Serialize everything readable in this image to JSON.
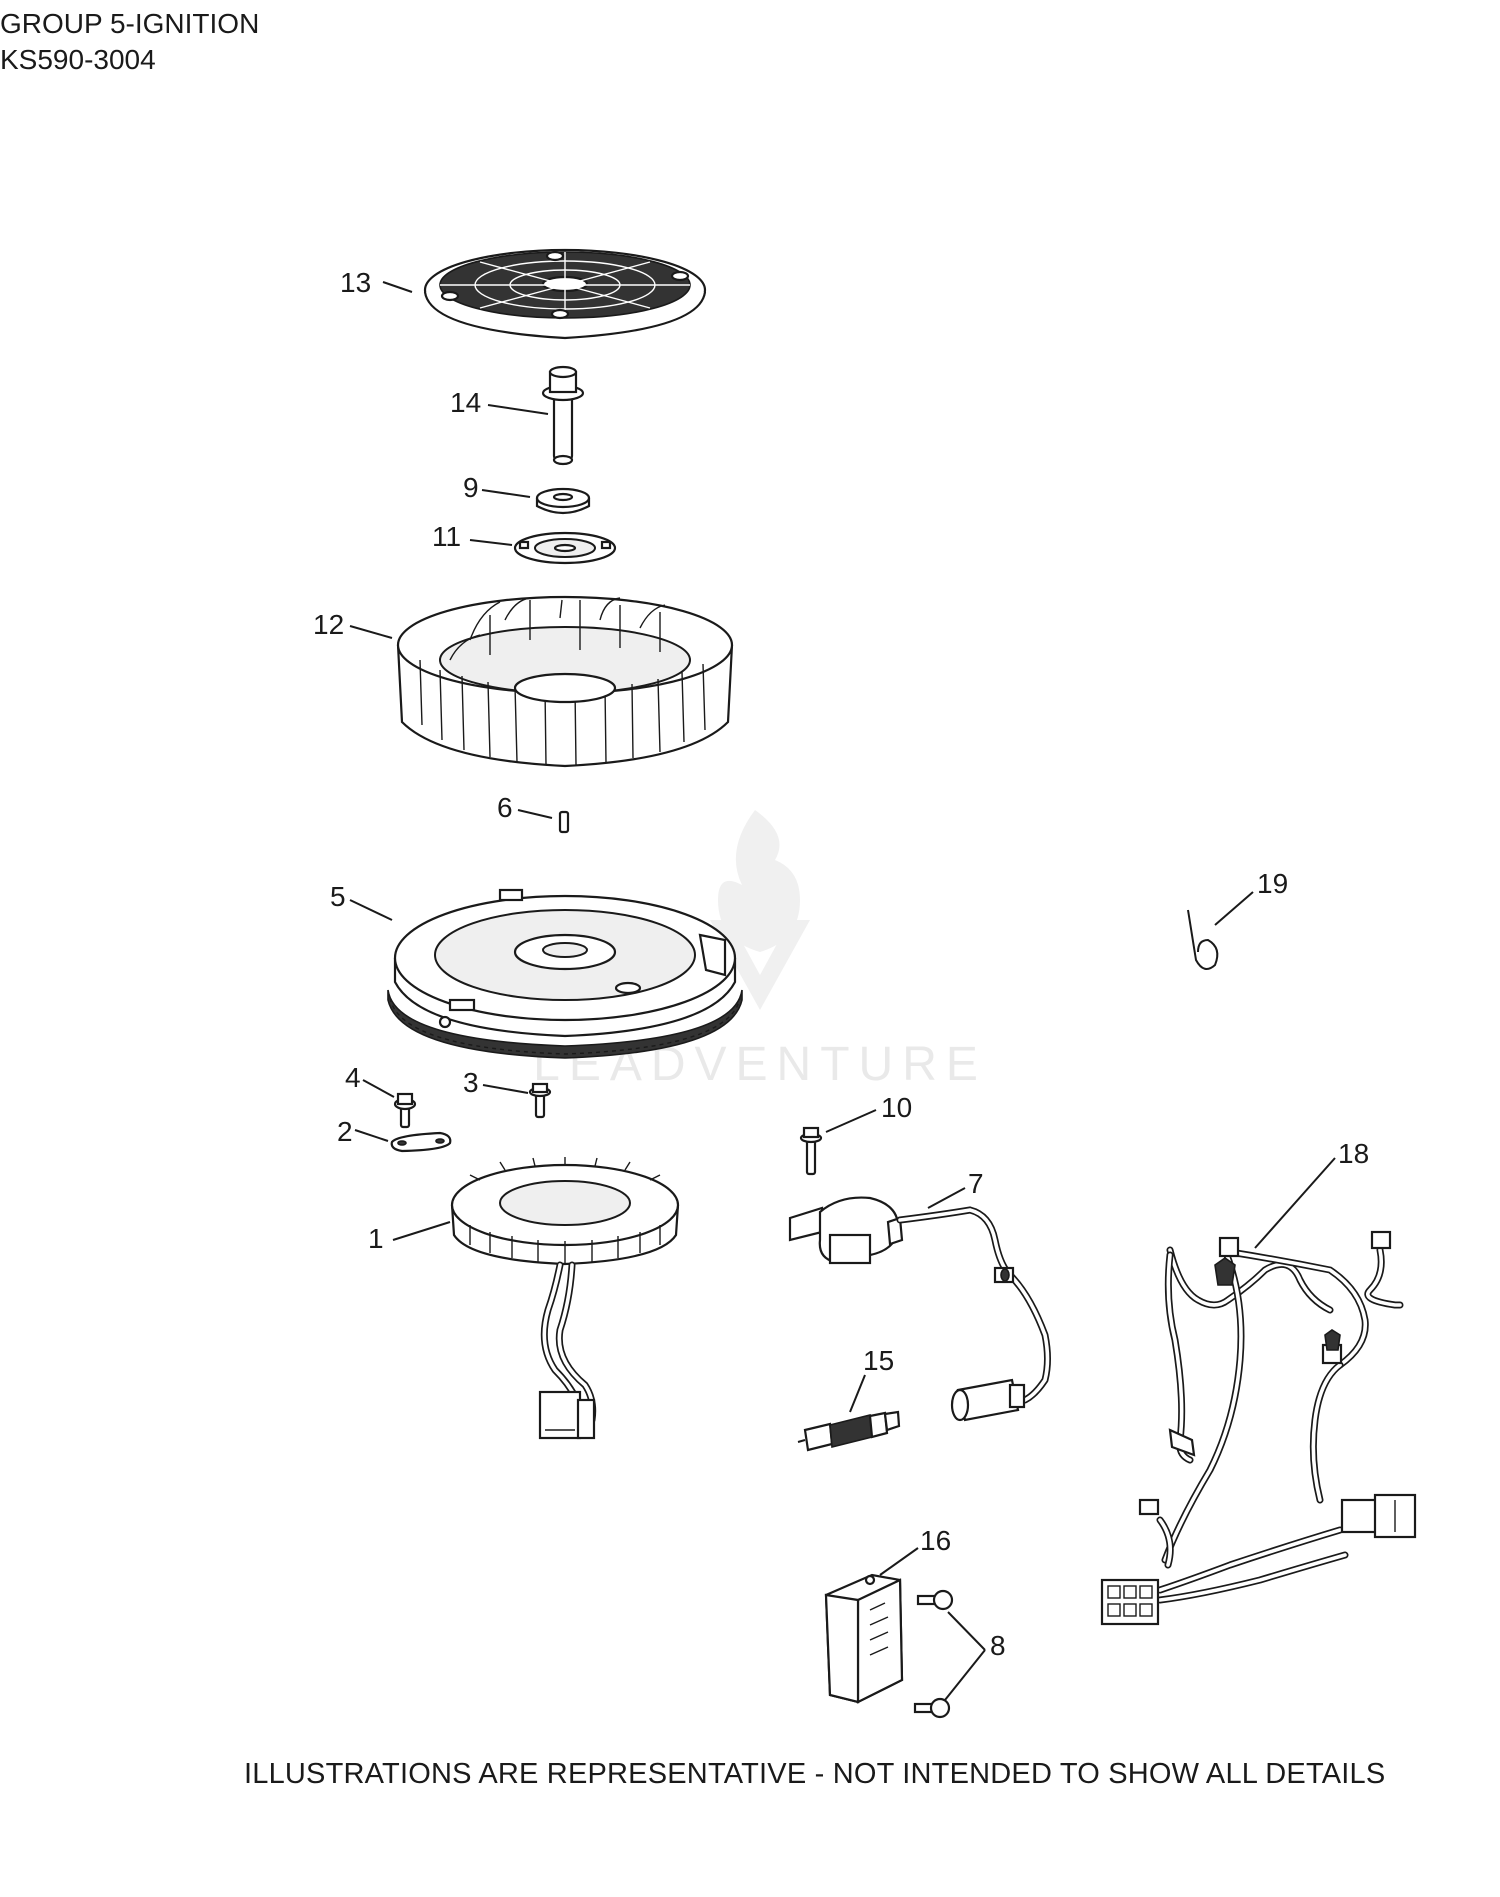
{
  "header": {
    "group_title": "GROUP 5-IGNITION",
    "model_code": "KS590-3004"
  },
  "footer": {
    "disclaimer": "ILLUSTRATIONS ARE REPRESENTATIVE - NOT INTENDED TO SHOW ALL DETAILS"
  },
  "watermark": {
    "text": "LEADVENTURE"
  },
  "callouts": [
    "13",
    "14",
    "9",
    "11",
    "12",
    "6",
    "5",
    "19",
    "4",
    "3",
    "2",
    "1",
    "10",
    "7",
    "18",
    "15",
    "16",
    "8"
  ],
  "colors": {
    "line": "#1a1a1a",
    "background": "#ffffff",
    "watermark": "#e9e9e9"
  }
}
